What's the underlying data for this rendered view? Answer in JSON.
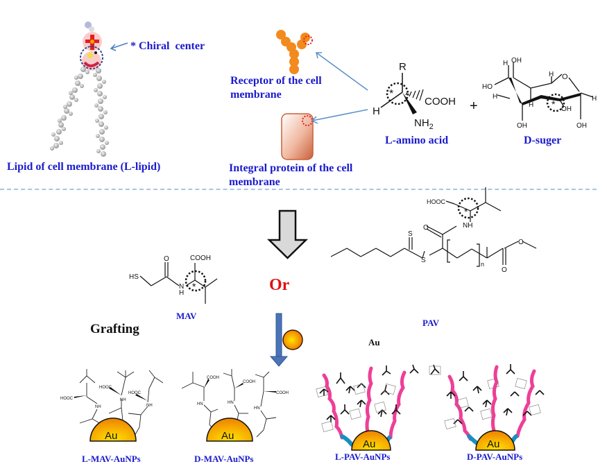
{
  "top_section": {
    "lipid": {
      "label": "Lipid of cell membrane (L-lipid)",
      "chiral_marker": "*",
      "chiral_label": "Chiral  center"
    },
    "receptor": {
      "label_line1": "Receptor of the cell",
      "label_line2": "membrane"
    },
    "integral_protein": {
      "label_line1": "Integral protein of the cell",
      "label_line2": "membrane"
    },
    "amino_acid": {
      "label": "L-amino acid",
      "atoms": {
        "R": "R",
        "H": "H",
        "COOH": "COOH",
        "NH2": "NH",
        "NH2_sub": "2",
        "star": "*"
      }
    },
    "plus": "+",
    "sugar": {
      "label": "D-suger",
      "atoms": {
        "OH": "OH",
        "HO": "HO",
        "H": "H",
        "O": "O",
        "star": "*"
      }
    }
  },
  "bottom_section": {
    "or_label": "Or",
    "grafting_label": "Grafting",
    "au_label": "Au",
    "mav": {
      "label": "MAV",
      "atoms": {
        "HS": "HS",
        "O": "O",
        "N": "N",
        "H": "H",
        "COOH": "COOH",
        "star": "*"
      }
    },
    "pav": {
      "label": "PAV",
      "atoms": {
        "HOOC": "HOOC",
        "NH": "NH",
        "O": "O",
        "S": "S",
        "n": "n",
        "star": "*"
      }
    },
    "nanoparticles": [
      {
        "label": "L-MAV-AuNPs",
        "core": "Au"
      },
      {
        "label": "D-MAV-AuNPs",
        "core": "Au"
      },
      {
        "label": "L-PAV-AuNPs",
        "core": "Au"
      },
      {
        "label": "D-PAV-AuNPs",
        "core": "Au"
      }
    ],
    "mav_atoms": {
      "HOOC": "HOOC",
      "COOH": "COOH",
      "NH": "NH",
      "HN": "HN",
      "H": "H",
      "O": "O"
    }
  },
  "colors": {
    "label_blue": "#1a1acc",
    "or_red": "#dd1111",
    "gold": "#f5a623",
    "gold_center": "#ffd400",
    "polymer_pink": "#ee3f97",
    "anchor_cyan": "#29a8d8",
    "arrow_blue": "#4a74b5",
    "receptor_orange": "#f28a1e",
    "divider": "#a9c4e6"
  }
}
